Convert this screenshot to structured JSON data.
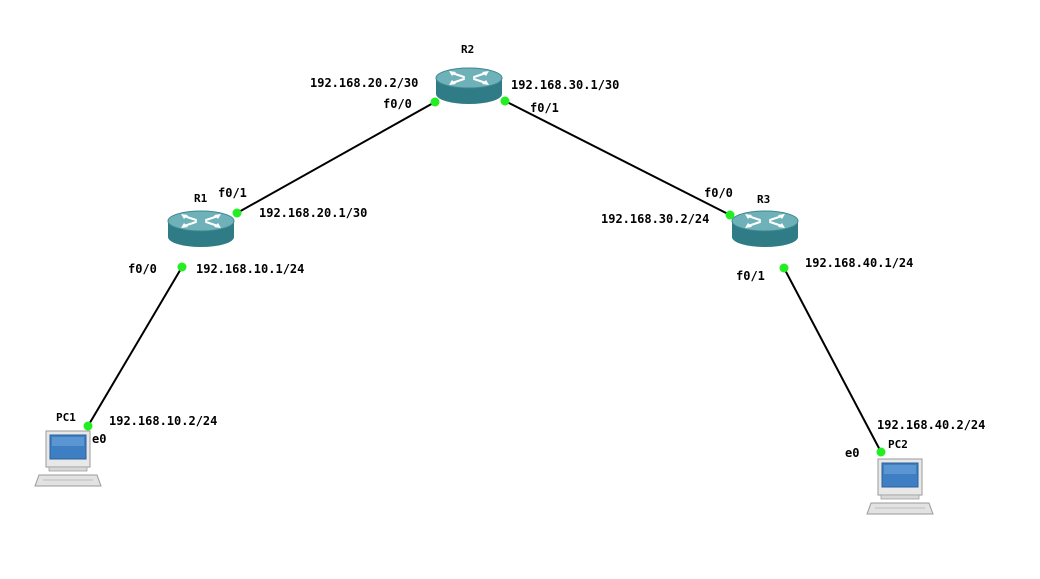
{
  "nodes": {
    "r1": {
      "name": "R1",
      "type": "router"
    },
    "r2": {
      "name": "R2",
      "type": "router"
    },
    "r3": {
      "name": "R3",
      "type": "router"
    },
    "pc1": {
      "name": "PC1",
      "type": "pc"
    },
    "pc2": {
      "name": "PC2",
      "type": "pc"
    }
  },
  "links": [
    {
      "from": "r2",
      "to": "r1",
      "from_if": "f0/0",
      "from_ip": "192.168.20.2/30",
      "to_if": "f0/1",
      "to_ip": "192.168.20.1/30"
    },
    {
      "from": "r2",
      "to": "r3",
      "from_if": "f0/1",
      "from_ip": "192.168.30.1/30",
      "to_if": "f0/0",
      "to_ip": "192.168.30.2/24"
    },
    {
      "from": "r1",
      "to": "pc1",
      "from_if": "f0/0",
      "from_ip": "192.168.10.1/24",
      "to_if": "e0",
      "to_ip": "192.168.10.2/24"
    },
    {
      "from": "r3",
      "to": "pc2",
      "from_if": "f0/1",
      "from_ip": "192.168.40.1/24",
      "to_if": "e0",
      "to_ip": "192.168.40.2/24"
    }
  ],
  "colors": {
    "link": "#000000",
    "port_up": "#22ee22",
    "router_top": "#5fa5ad",
    "router_side": "#2f7c86",
    "pc_screen": "#3e7fc4"
  }
}
